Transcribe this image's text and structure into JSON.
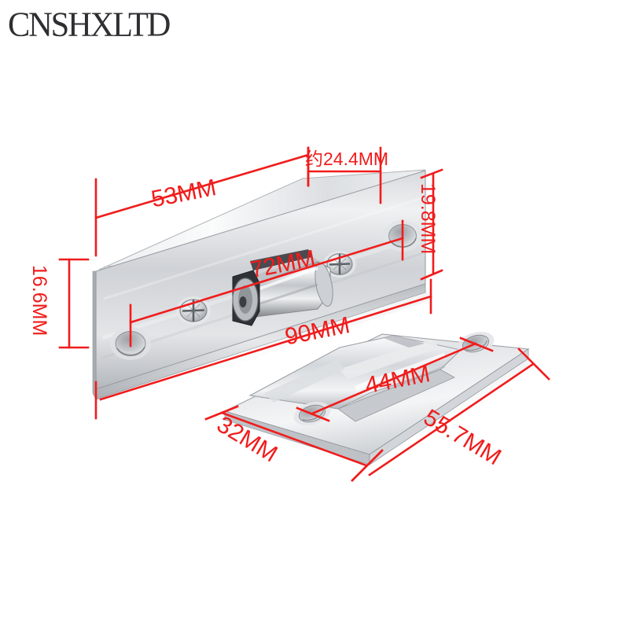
{
  "watermark": {
    "text": "CNSHXLTD",
    "color": "#2f2f33"
  },
  "product": {
    "name": "stainless-steel-roller-catch-door-latch-set",
    "background_color": "#ffffff",
    "annotation_color": "#f01c1c",
    "metal_color_light": "#f2f3f4",
    "metal_color_mid": "#c9ccd0",
    "metal_color_dark": "#8d9196",
    "parts": [
      {
        "name": "latch-body-plate",
        "description": "long rectangular face plate with two countersunk holes, two phillips screws and a cylindrical roller bolt"
      },
      {
        "name": "strike-plate",
        "description": "rectangular strike plate with raised keeper and two countersunk screw holes"
      }
    ]
  },
  "dimensions": {
    "d53": {
      "value": "53MM",
      "part": "latch-body-plate",
      "axis": "length-top-face"
    },
    "d244": {
      "value": "约24.4MM",
      "part": "latch-body-plate",
      "axis": "top-face-width-right"
    },
    "d198": {
      "value": "19.8MM",
      "part": "latch-body-plate",
      "axis": "face-height-right"
    },
    "d166": {
      "value": "16.6MM",
      "part": "latch-body-plate",
      "axis": "face-height-left"
    },
    "d72": {
      "value": "72MM",
      "part": "latch-body-plate",
      "axis": "hole-to-hole-centers"
    },
    "d90": {
      "value": "90MM",
      "part": "latch-body-plate",
      "axis": "overall-length"
    },
    "d44": {
      "value": "44MM",
      "part": "strike-plate",
      "axis": "hole-to-hole-centers"
    },
    "d32": {
      "value": "32MM",
      "part": "strike-plate",
      "axis": "width"
    },
    "d557": {
      "value": "55.7MM",
      "part": "strike-plate",
      "axis": "length"
    }
  }
}
